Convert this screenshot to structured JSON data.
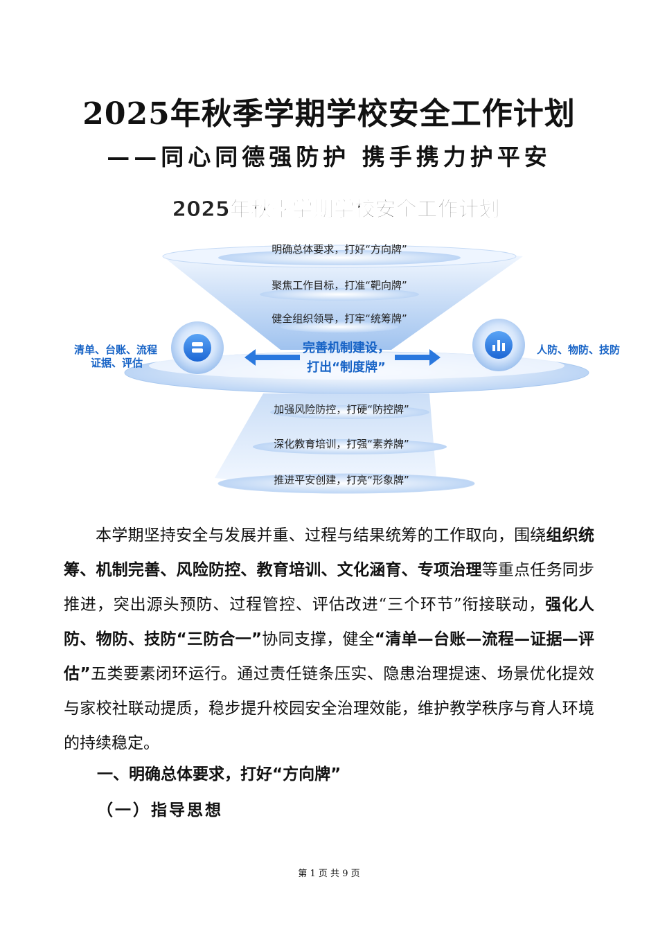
{
  "document": {
    "title": "2025年秋季学期学校安全工作计划",
    "subtitle": "——同心同德强防护 携手携力护平安"
  },
  "infographic": {
    "heading": "2025年秋季学期学校安全工作计划",
    "layers_top": [
      "明确总体要求，打好“方向牌”",
      "聚焦工作目标，打准“靶向牌”",
      "健全组织领导，打牢“统筹牌”"
    ],
    "center_line1": "完善机制建设，",
    "center_line2": "打出“制度牌”",
    "left_label_line1": "清单、台账、流程",
    "left_label_line2": "证据、评估",
    "right_label": "人防、物防、技防",
    "layers_bottom": [
      "加强风险防控，打硬“防控牌”",
      "深化教育培训，打强“素养牌”",
      "推进平安创建，打亮“形象牌”"
    ],
    "colors": {
      "accent": "#1e6fd9",
      "light": "#dbe9fb",
      "label": "#1763c6"
    }
  },
  "paragraph": {
    "p1": "本学期坚持安全与发展并重、过程与结果统筹的工作取向，围绕",
    "b1": "组织统筹、机制完善、风险防控、教育培训、文化涵育、专项治理",
    "p2": "等重点任务同步推进，突出源头预防、过程管控、评估改进“三个环节”衔接联动，",
    "b2": "强化人防、物防、技防“三防合一”",
    "p3": "协同支撑，健全",
    "b3": "“清单—台账—流程—证据—评估”",
    "p4": "五类要素闭环运行。通过责任链条压实、隐患治理提速、场景优化提效与家校社联动提质，稳步提升校园安全治理效能，维护教学秩序与育人环境的持续稳定。"
  },
  "headings": {
    "h1": "一、明确总体要求，打好“方向牌”",
    "h2": "（一）指导思想"
  },
  "footer": {
    "text": "第 1 页 共 9 页"
  }
}
